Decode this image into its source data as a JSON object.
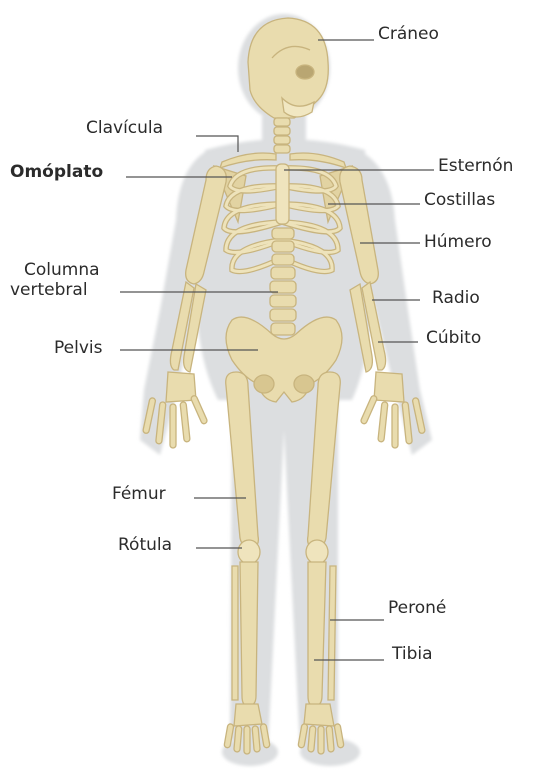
{
  "labels": {
    "craneo": "Cráneo",
    "clavicula": "Clavícula",
    "omoplato": "Omóplato",
    "esternon": "Esternón",
    "costillas": "Costillas",
    "humero": "Húmero",
    "columna_1": "Columna",
    "columna_2": "vertebral",
    "radio": "Radio",
    "pelvis": "Pelvis",
    "cubito": "Cúbito",
    "femur": "Fémur",
    "rotula": "Rótula",
    "perone": "Peroné",
    "tibia": "Tibia"
  },
  "colors": {
    "bone": "#e9dcae",
    "bone_shadow": "#c8b47e",
    "body_silhouette": "#d9dbdd",
    "text": "#2b2b2b",
    "leader_line": "#555555"
  }
}
